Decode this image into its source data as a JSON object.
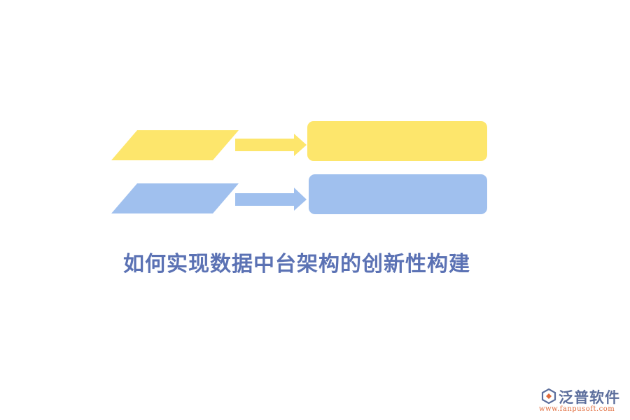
{
  "title": "如何实现数据中台架构的创新性构建",
  "colors": {
    "yellow": "#fde66c",
    "blue": "#a0c0ee",
    "title": "#5b72b4",
    "logo_text": "#5c6e9c",
    "logo_accent": "#e06a3a"
  },
  "rows": [
    {
      "color": "yellow",
      "shape_icon": "parallelogram",
      "connector_icon": "arrow-right"
    },
    {
      "color": "blue",
      "shape_icon": "parallelogram",
      "connector_icon": "arrow-right"
    }
  ],
  "logo": {
    "name": "泛普软件",
    "url": "www.fanpusoft.com"
  }
}
